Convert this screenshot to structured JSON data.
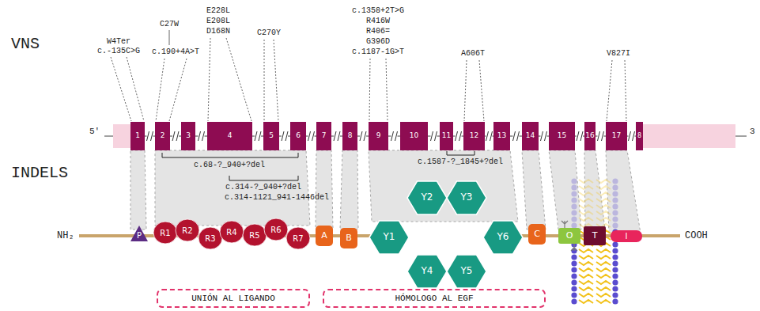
{
  "diagram": {
    "nodes": [
      {
        "text": [
          "1"
        ]
      },
      {
        "text": [
          "2"
        ]
      },
      {
        "text": [
          "3"
        ]
      },
      {
        "text": [
          "4"
        ]
      },
      {
        "text": [
          "5"
        ]
      },
      {
        "text": [
          "6"
        ]
      },
      {
        "text": [
          "7"
        ]
      },
      {
        "text": [
          "8"
        ]
      },
      {
        "text": [
          "9"
        ]
      },
      {
        "text": [
          "10"
        ]
      },
      {
        "text": [
          "11"
        ]
      },
      {
        "text": [
          "12"
        ]
      },
      {
        "text": [
          "13"
        ]
      },
      {
        "text": [
          "14"
        ]
      },
      {
        "text": [
          "15"
        ]
      },
      {
        "text": [
          "16"
        ]
      },
      {
        "text": [
          "17"
        ]
      },
      {
        "text": [
          "8"
        ]
      },
      {
        "text": [
          "P"
        ]
      },
      {
        "text": [
          "R1"
        ]
      },
      {
        "text": [
          "R2"
        ]
      },
      {
        "text": [
          "R3"
        ]
      },
      {
        "text": [
          "R4"
        ]
      },
      {
        "text": [
          "R5"
        ]
      },
      {
        "text": [
          "R6"
        ]
      },
      {
        "text": [
          "R7"
        ]
      },
      {
        "text": [
          "A"
        ]
      },
      {
        "text": [
          "B"
        ]
      },
      {
        "text": [
          "Y1"
        ]
      },
      {
        "text": [
          "Y2"
        ]
      },
      {
        "text": [
          "Y3"
        ]
      },
      {
        "text": [
          "Y4"
        ]
      },
      {
        "text": [
          "Y5"
        ]
      },
      {
        "text": [
          "Y6"
        ]
      },
      {
        "text": [
          "C"
        ]
      },
      {
        "text": [
          "O"
        ]
      },
      {
        "text": [
          "T"
        ]
      },
      {
        "text": [
          "I"
        ]
      },
      {
        "text": [
          "UNIÓN AL LIGANDO"
        ]
      },
      {
        "text": [
          "HÓMOLOGO AL EGF"
        ]
      }
    ],
    "labels": [
      "VNS",
      "W4Ter",
      "c.-135C>G",
      "C27W",
      "c.190+4A>T",
      "E228L",
      "E208L",
      "D168N",
      "C270Y",
      "c.1358+2T>G",
      "R416W",
      "R406=",
      "G396D",
      "c.1187-1G>T",
      "A606T",
      "V827I",
      "5'",
      "3",
      "c.68-?_940+?del",
      "c.1587-?_1845+?del",
      "c.314-?_940+?del",
      "c.314-1121_941-1446del",
      "INDELS",
      "NH₂",
      "COOH"
    ]
  }
}
